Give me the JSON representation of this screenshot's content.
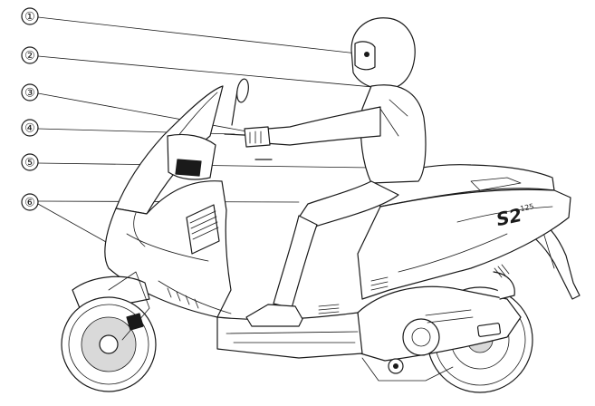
{
  "callouts": [
    {
      "label": "①"
    },
    {
      "label": "②"
    },
    {
      "label": "③"
    },
    {
      "label": "④"
    },
    {
      "label": "⑤"
    },
    {
      "label": "⑥"
    }
  ],
  "decal": {
    "model": "S2",
    "displacement": "125"
  }
}
